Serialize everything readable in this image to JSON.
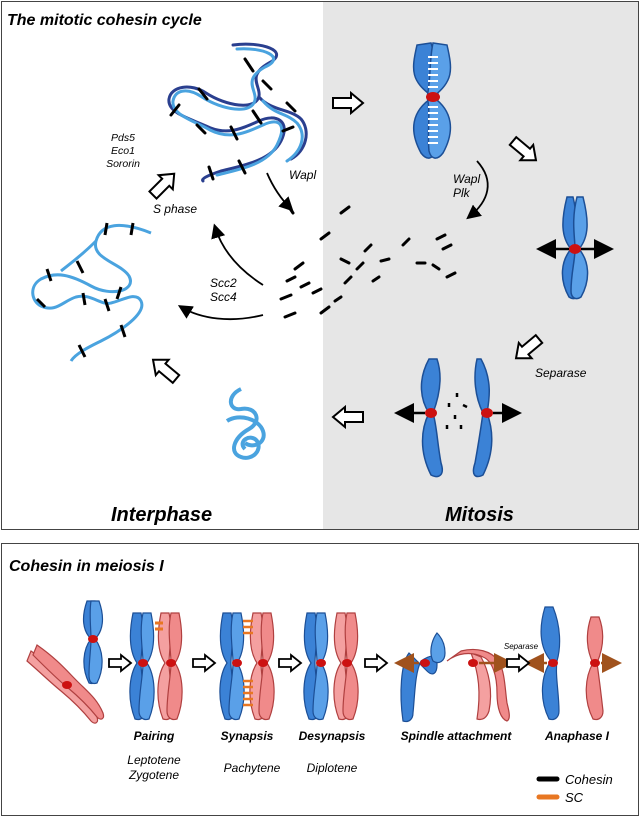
{
  "top_panel": {
    "title": "The mitotic cohesin cycle",
    "interphase_label": "Interphase",
    "mitosis_label": "Mitosis",
    "s_phase_factors": [
      "Pds5",
      "Eco1",
      "Sororin"
    ],
    "s_phase_label": "S phase",
    "wapl_label": "Wapl",
    "wapl_plk_label": [
      "Wapl",
      "Plk"
    ],
    "loader_labels": [
      "Scc2",
      "Scc4"
    ],
    "separase_label": "Separase",
    "colors": {
      "chromatid": "#4a90d9",
      "chromatid_dark": "#2a5fa8",
      "centromere": "#cc1111",
      "cohesin": "#000000",
      "mitosis_background": "#e6e6e6"
    }
  },
  "bottom_panel": {
    "title": "Cohesin in meiosis I",
    "stages": [
      {
        "name": "Pairing",
        "substage": "Leptotene",
        "substage2": "Zygotene"
      },
      {
        "name": "Synapsis",
        "substage": "Pachytene"
      },
      {
        "name": "Desynapsis",
        "substage": "Diplotene"
      },
      {
        "name": "Spindle attachment"
      },
      {
        "name": "Anaphase I"
      }
    ],
    "separase_label": "Separase",
    "legend": [
      {
        "label": "Cohesin",
        "color": "#000000"
      },
      {
        "label": "SC",
        "color": "#e87722"
      }
    ],
    "colors": {
      "maternal": "#4a90d9",
      "paternal": "#f08a8a",
      "centromere": "#cc1111",
      "spindle_arrow": "#a0521d"
    }
  }
}
